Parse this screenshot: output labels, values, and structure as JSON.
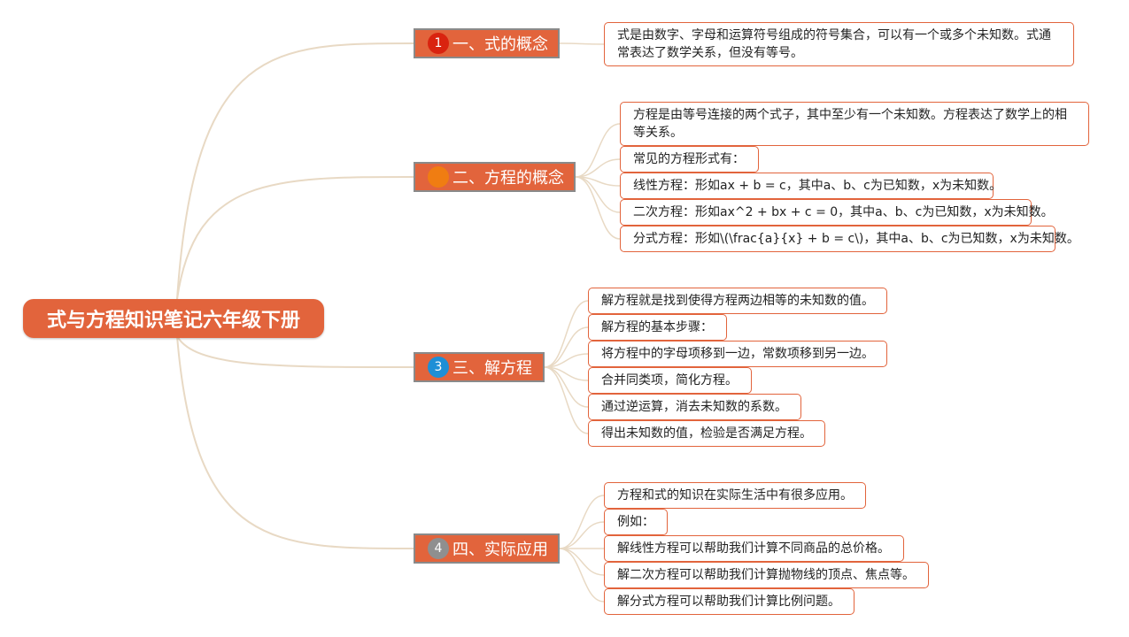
{
  "root": {
    "label": "式与方程知识笔记六年级下册"
  },
  "branches": [
    {
      "id": "b1",
      "label": "一、式的概念",
      "badge": "1",
      "badge_color": "#d9230f",
      "leaves": [
        "式是由数字、字母和运算符号组成的符号集合，可以有一个或多个未知数。式通常表达了数学关系，但没有等号。"
      ]
    },
    {
      "id": "b2",
      "label": "二、方程的概念",
      "badge": "",
      "badge_color": "#f07d12",
      "leaves": [
        "方程是由等号连接的两个式子，其中至少有一个未知数。方程表达了数学上的相等关系。",
        "常见的方程形式有：",
        "线性方程：形如ax + b = c，其中a、b、c为已知数，x为未知数。",
        "二次方程：形如ax^2 + bx + c = 0，其中a、b、c为已知数，x为未知数。",
        "分式方程：形如\\(\\frac{a}{x} + b = c\\)，其中a、b、c为已知数，x为未知数。"
      ]
    },
    {
      "id": "b3",
      "label": "三、解方程",
      "badge": "3",
      "badge_color": "#1e8fd6",
      "leaves": [
        "解方程就是找到使得方程两边相等的未知数的值。",
        "解方程的基本步骤：",
        "将方程中的字母项移到一边，常数项移到另一边。",
        "合并同类项，简化方程。",
        "通过逆运算，消去未知数的系数。",
        "得出未知数的值，检验是否满足方程。"
      ]
    },
    {
      "id": "b4",
      "label": "四、实际应用",
      "badge": "4",
      "badge_color": "#8f8f8f",
      "leaves": [
        "方程和式的知识在实际生活中有很多应用。",
        "例如：",
        "解线性方程可以帮助我们计算不同商品的总价格。",
        "解二次方程可以帮助我们计算抛物线的顶点、焦点等。",
        "解分式方程可以帮助我们计算比例问题。"
      ]
    }
  ],
  "colors": {
    "accent": "#e2643c",
    "connector": "#e8d9c4",
    "border_gray": "#8a8a8a"
  }
}
